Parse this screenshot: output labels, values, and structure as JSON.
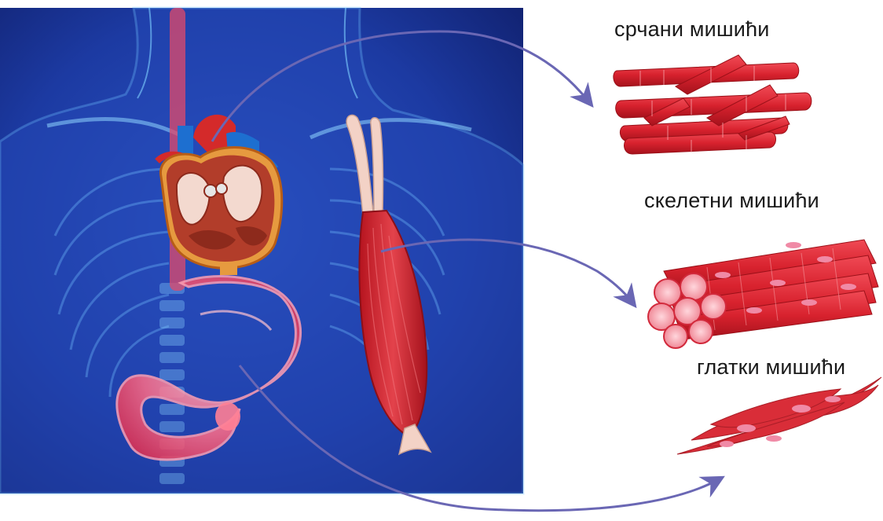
{
  "labels": {
    "cardiac": "срчани мишићи",
    "skeletal": "скелетни мишићи",
    "smooth": "глатки мишићи"
  },
  "colors": {
    "body_bg": "#1b3a9a",
    "body_glow": "#5ab0ff",
    "muscle_red": "#d8222e",
    "muscle_dark": "#a5121c",
    "stomach_pink": "#ff6f86",
    "arrow": "#6a67b4",
    "nucleus": "#f08aa6"
  },
  "icons": [
    "human-torso-illustration",
    "heart-icon",
    "stomach-icon",
    "biceps-muscle-icon",
    "cardiac-fiber-icon",
    "skeletal-fiber-bundle-icon",
    "smooth-muscle-cell-icon"
  ]
}
